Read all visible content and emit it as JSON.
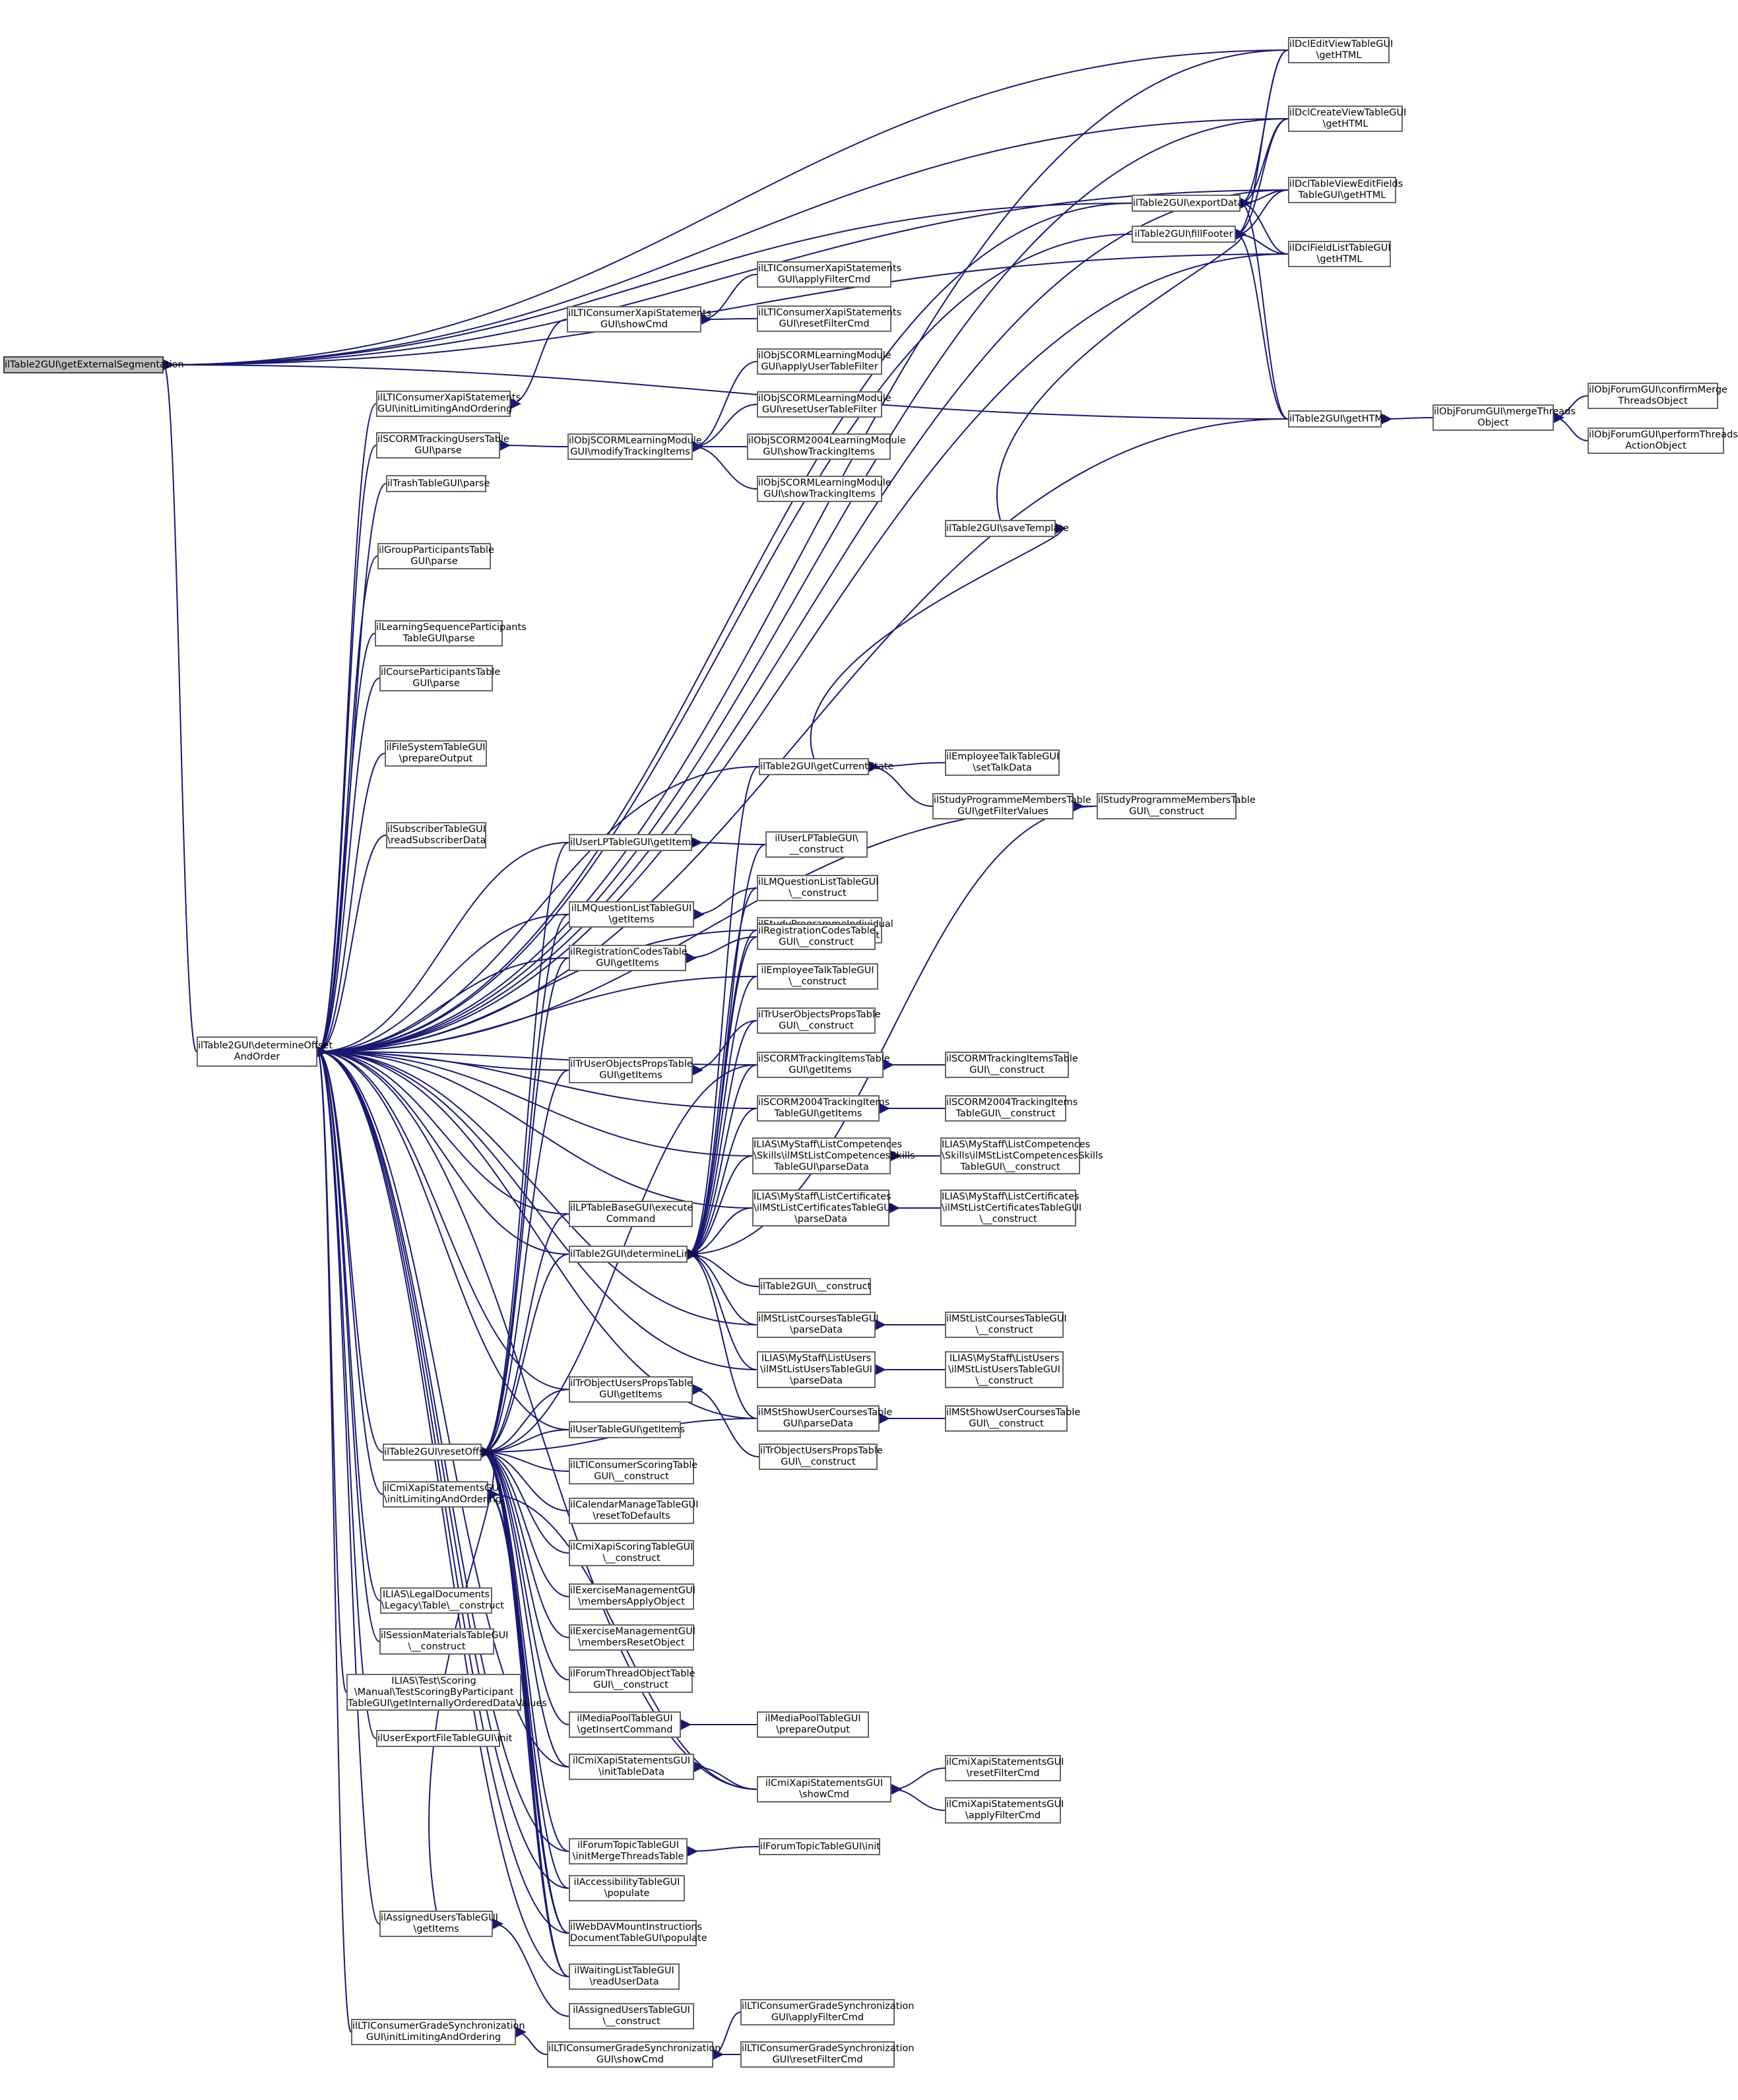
{
  "diagram": {
    "colors": {
      "edge": "#191970",
      "node_border": "#666666",
      "root_fill": "#bfbfbf"
    },
    "nodes": [
      {
        "id": "root",
        "lines": [
          "ilTable2GUI\\getExternalSegmentation"
        ]
      },
      {
        "id": "determine",
        "lines": [
          "ilTable2GUI\\determineOffset",
          "AndOrder"
        ]
      },
      {
        "id": "dcl_edit",
        "lines": [
          "ilDclEditViewTableGUI",
          "\\getHTML"
        ]
      },
      {
        "id": "dcl_create",
        "lines": [
          "ilDclCreateViewTableGUI",
          "\\getHTML"
        ]
      },
      {
        "id": "dcl_fields",
        "lines": [
          "ilDclTableViewEditFields",
          "TableGUI\\getHTML"
        ]
      },
      {
        "id": "dcl_fieldlist",
        "lines": [
          "ilDclFieldListTableGUI",
          "\\getHTML"
        ]
      },
      {
        "id": "exportdata",
        "lines": [
          "ilTable2GUI\\exportData"
        ]
      },
      {
        "id": "fillfooter",
        "lines": [
          "ilTable2GUI\\fillFooter"
        ]
      },
      {
        "id": "t2_gethtml",
        "lines": [
          "ilTable2GUI\\getHTML"
        ]
      },
      {
        "id": "merge",
        "lines": [
          "ilObjForumGUI\\mergeThreads",
          "Object"
        ]
      },
      {
        "id": "confirm_merge",
        "lines": [
          "ilObjForumGUI\\confirmMerge",
          "ThreadsObject"
        ]
      },
      {
        "id": "perform_threads",
        "lines": [
          "ilObjForumGUI\\performThreads",
          "ActionObject"
        ]
      },
      {
        "id": "lti_xapi_apply",
        "lines": [
          "ilLTIConsumerXapiStatements",
          "GUI\\applyFilterCmd"
        ]
      },
      {
        "id": "lti_xapi_reset",
        "lines": [
          "ilLTIConsumerXapiStatements",
          "GUI\\resetFilterCmd"
        ]
      },
      {
        "id": "lti_xapi_show",
        "lines": [
          "ilLTIConsumerXapiStatements",
          "GUI\\showCmd"
        ]
      },
      {
        "id": "lti_xapi_init",
        "lines": [
          "ilLTIConsumerXapiStatements",
          "GUI\\initLimitingAndOrdering"
        ]
      },
      {
        "id": "scorm_users",
        "lines": [
          "ilSCORMTrackingUsersTable",
          "GUI\\parse"
        ]
      },
      {
        "id": "trash",
        "lines": [
          "ilTrashTableGUI\\parse"
        ]
      },
      {
        "id": "group_parts",
        "lines": [
          "ilGroupParticipantsTable",
          "GUI\\parse"
        ]
      },
      {
        "id": "lso_parts",
        "lines": [
          "ilLearningSequenceParticipants",
          "TableGUI\\parse"
        ]
      },
      {
        "id": "crs_parts",
        "lines": [
          "ilCourseParticipantsTable",
          "GUI\\parse"
        ]
      },
      {
        "id": "filesystem",
        "lines": [
          "ilFileSystemTableGUI",
          "\\prepareOutput"
        ]
      },
      {
        "id": "subscriber",
        "lines": [
          "ilSubscriberTableGUI",
          "\\readSubscriberData"
        ]
      },
      {
        "id": "modify_tracking",
        "lines": [
          "ilObjSCORMLearningModule",
          "GUI\\modifyTrackingItems"
        ]
      },
      {
        "id": "scorm_apply",
        "lines": [
          "ilObjSCORMLearningModule",
          "GUI\\applyUserTableFilter"
        ]
      },
      {
        "id": "scorm_reset",
        "lines": [
          "ilObjSCORMLearningModule",
          "GUI\\resetUserTableFilter"
        ]
      },
      {
        "id": "scorm2004_show",
        "lines": [
          "ilObjSCORM2004LearningModule",
          "GUI\\showTrackingItems"
        ]
      },
      {
        "id": "scorm_show",
        "lines": [
          "ilObjSCORMLearningModule",
          "GUI\\showTrackingItems"
        ]
      },
      {
        "id": "savetemplate",
        "lines": [
          "ilTable2GUI\\saveTemplate"
        ]
      },
      {
        "id": "getcurrentstate",
        "lines": [
          "ilTable2GUI\\getCurrentState"
        ]
      },
      {
        "id": "emp_talk_set",
        "lines": [
          "ilEmployeeTalkTableGUI",
          "\\setTalkData"
        ]
      },
      {
        "id": "prg_filter",
        "lines": [
          "ilStudyProgrammeMembersTable",
          "GUI\\getFilterValues"
        ]
      },
      {
        "id": "prg_construct",
        "lines": [
          "ilStudyProgrammeMembersTable",
          "GUI\\__construct"
        ]
      },
      {
        "id": "userlp_items",
        "lines": [
          "ilUserLPTableGUI\\getItems"
        ]
      },
      {
        "id": "userlp_construct",
        "lines": [
          "ilUserLPTableGUI\\",
          "__construct"
        ]
      },
      {
        "id": "lmq_items",
        "lines": [
          "ilLMQuestionListTableGUI",
          "\\getItems"
        ]
      },
      {
        "id": "lmq_construct",
        "lines": [
          "ilLMQuestionListTableGUI",
          "\\__construct"
        ]
      },
      {
        "id": "prg_indiv",
        "lines": [
          "ilStudyProgrammeIndividual",
          "PlanTableGUI\\__construct"
        ]
      },
      {
        "id": "reg_items",
        "lines": [
          "ilRegistrationCodesTable",
          "GUI\\getItems"
        ]
      },
      {
        "id": "reg_construct",
        "lines": [
          "ilRegistrationCodesTable",
          "GUI\\__construct"
        ]
      },
      {
        "id": "emp_talk_construct",
        "lines": [
          "ilEmployeeTalkTableGUI",
          "\\__construct"
        ]
      },
      {
        "id": "trobj_items",
        "lines": [
          "ilTrUserObjectsPropsTable",
          "GUI\\getItems"
        ]
      },
      {
        "id": "trobj_construct",
        "lines": [
          "ilTrUserObjectsPropsTable",
          "GUI\\__construct"
        ]
      },
      {
        "id": "scorm_items_items",
        "lines": [
          "ilSCORMTrackingItemsTable",
          "GUI\\getItems"
        ]
      },
      {
        "id": "scorm_items_construct",
        "lines": [
          "ilSCORMTrackingItemsTable",
          "GUI\\__construct"
        ]
      },
      {
        "id": "scorm2004_items",
        "lines": [
          "ilSCORM2004TrackingItems",
          "TableGUI\\getItems"
        ]
      },
      {
        "id": "scorm2004_construct",
        "lines": [
          "ilSCORM2004TrackingItems",
          "TableGUI\\__construct"
        ]
      },
      {
        "id": "comp_parse",
        "lines": [
          "ILIAS\\MyStaff\\ListCompetences",
          "\\Skills\\ilMStListCompetencesSkills",
          "TableGUI\\parseData"
        ]
      },
      {
        "id": "comp_construct",
        "lines": [
          "ILIAS\\MyStaff\\ListCompetences",
          "\\Skills\\ilMStListCompetencesSkills",
          "TableGUI\\__construct"
        ]
      },
      {
        "id": "cert_parse",
        "lines": [
          "ILIAS\\MyStaff\\ListCertificates",
          "\\ilMStListCertificatesTableGUI",
          "\\parseData"
        ]
      },
      {
        "id": "cert_construct",
        "lines": [
          "ILIAS\\MyStaff\\ListCertificates",
          "\\ilMStListCertificatesTableGUI",
          "\\__construct"
        ]
      },
      {
        "id": "lpbase_exec",
        "lines": [
          "ilLPTableBaseGUI\\execute",
          "Command"
        ]
      },
      {
        "id": "determinelimit",
        "lines": [
          "ilTable2GUI\\determineLimit"
        ]
      },
      {
        "id": "t2_construct",
        "lines": [
          "ilTable2GUI\\__construct"
        ]
      },
      {
        "id": "mst_courses_parse",
        "lines": [
          "ilMStListCoursesTableGUI",
          "\\parseData"
        ]
      },
      {
        "id": "mst_courses_construct",
        "lines": [
          "ilMStListCoursesTableGUI",
          "\\__construct"
        ]
      },
      {
        "id": "mst_users_parse",
        "lines": [
          "ILIAS\\MyStaff\\ListUsers",
          "\\ilMStListUsersTableGUI",
          "\\parseData"
        ]
      },
      {
        "id": "mst_users_construct",
        "lines": [
          "ILIAS\\MyStaff\\ListUsers",
          "\\ilMStListUsersTableGUI",
          "\\__construct"
        ]
      },
      {
        "id": "mst_show_parse",
        "lines": [
          "ilMStShowUserCoursesTable",
          "GUI\\parseData"
        ]
      },
      {
        "id": "mst_show_construct",
        "lines": [
          "ilMStShowUserCoursesTable",
          "GUI\\__construct"
        ]
      },
      {
        "id": "trobjusers_items",
        "lines": [
          "ilTrObjectUsersPropsTable",
          "GUI\\getItems"
        ]
      },
      {
        "id": "trobjusers_construct",
        "lines": [
          "ilTrObjectUsersPropsTable",
          "GUI\\__construct"
        ]
      },
      {
        "id": "usertable_items",
        "lines": [
          "ilUserTableGUI\\getItems"
        ]
      },
      {
        "id": "resetoffset",
        "lines": [
          "ilTable2GUI\\resetOffset"
        ]
      },
      {
        "id": "lti_scoring",
        "lines": [
          "ilLTIConsumerScoringTable",
          "GUI\\__construct"
        ]
      },
      {
        "id": "cmi_init_limit",
        "lines": [
          "ilCmiXapiStatementsGUI",
          "\\initLimitingAndOrdering"
        ]
      },
      {
        "id": "cal_reset",
        "lines": [
          "ilCalendarManageTableGUI",
          "\\resetToDefaults"
        ]
      },
      {
        "id": "cmi_scoring",
        "lines": [
          "ilCmiXapiScoringTableGUI",
          "\\__construct"
        ]
      },
      {
        "id": "exc_apply",
        "lines": [
          "ilExerciseManagementGUI",
          "\\membersApplyObject"
        ]
      },
      {
        "id": "legal",
        "lines": [
          "ILIAS\\LegalDocuments",
          "\\Legacy\\Table\\__construct"
        ]
      },
      {
        "id": "exc_reset",
        "lines": [
          "ilExerciseManagementGUI",
          "\\membersResetObject"
        ]
      },
      {
        "id": "session_mat",
        "lines": [
          "ilSessionMaterialsTableGUI",
          "\\__construct"
        ]
      },
      {
        "id": "forum_thread",
        "lines": [
          "ilForumThreadObjectTable",
          "GUI\\__construct"
        ]
      },
      {
        "id": "scoring_manual",
        "lines": [
          "ILIAS\\Test\\Scoring",
          "\\Manual\\TestScoringByParticipant",
          "TableGUI\\getInternallyOrderedDataValues"
        ]
      },
      {
        "id": "mediapool_insert",
        "lines": [
          "ilMediaPoolTableGUI",
          "\\getInsertCommand"
        ]
      },
      {
        "id": "mediapool_prepare",
        "lines": [
          "ilMediaPoolTableGUI",
          "\\prepareOutput"
        ]
      },
      {
        "id": "user_export",
        "lines": [
          "ilUserExportFileTableGUI\\init"
        ]
      },
      {
        "id": "cmi_init_table",
        "lines": [
          "ilCmiXapiStatementsGUI",
          "\\initTableData"
        ]
      },
      {
        "id": "cmi_show",
        "lines": [
          "ilCmiXapiStatementsGUI",
          "\\showCmd"
        ]
      },
      {
        "id": "cmi_reset",
        "lines": [
          "ilCmiXapiStatementsGUI",
          "\\resetFilterCmd"
        ]
      },
      {
        "id": "cmi_apply",
        "lines": [
          "ilCmiXapiStatementsGUI",
          "\\applyFilterCmd"
        ]
      },
      {
        "id": "forum_topic_merge",
        "lines": [
          "ilForumTopicTableGUI",
          "\\initMergeThreadsTable"
        ]
      },
      {
        "id": "forum_topic_init",
        "lines": [
          "ilForumTopicTableGUI\\init"
        ]
      },
      {
        "id": "accessibility",
        "lines": [
          "ilAccessibilityTableGUI",
          "\\populate"
        ]
      },
      {
        "id": "assigned_items",
        "lines": [
          "ilAssignedUsersTableGUI",
          "\\getItems"
        ]
      },
      {
        "id": "webdav",
        "lines": [
          "ilWebDAVMountInstructions",
          "DocumentTableGUI\\populate"
        ]
      },
      {
        "id": "waiting",
        "lines": [
          "ilWaitingListTableGUI",
          "\\readUserData"
        ]
      },
      {
        "id": "assigned_construct",
        "lines": [
          "ilAssignedUsersTableGUI",
          "\\__construct"
        ]
      },
      {
        "id": "lti_grade_init",
        "lines": [
          "ilLTIConsumerGradeSynchronization",
          "GUI\\initLimitingAndOrdering"
        ]
      },
      {
        "id": "lti_grade_show",
        "lines": [
          "ilLTIConsumerGradeSynchronization",
          "GUI\\showCmd"
        ]
      },
      {
        "id": "lti_grade_apply",
        "lines": [
          "ilLTIConsumerGradeSynchronization",
          "GUI\\applyFilterCmd"
        ]
      },
      {
        "id": "lti_grade_reset",
        "lines": [
          "ilLTIConsumerGradeSynchronization",
          "GUI\\resetFilterCmd"
        ]
      }
    ]
  }
}
